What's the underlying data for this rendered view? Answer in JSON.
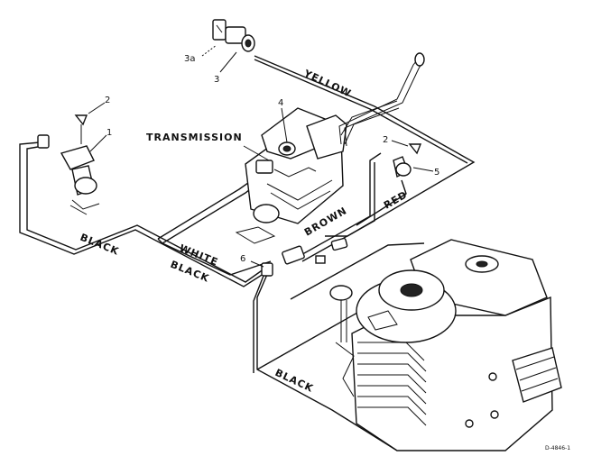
{
  "labels": {
    "transmission": "TRANSMISSION",
    "yellow": "YELLOW",
    "black_left": "BLACK",
    "white": "WHITE",
    "black_mid": "BLACK",
    "brown": "BROWN",
    "red": "RED",
    "black_bottom": "BLACK"
  },
  "callouts": {
    "n3a": "3a",
    "n3": "3",
    "n2_left": "2",
    "n1": "1",
    "n4": "4",
    "n2_right": "2",
    "n5": "5",
    "n6": "6"
  },
  "figure_code": "D-4846-1"
}
